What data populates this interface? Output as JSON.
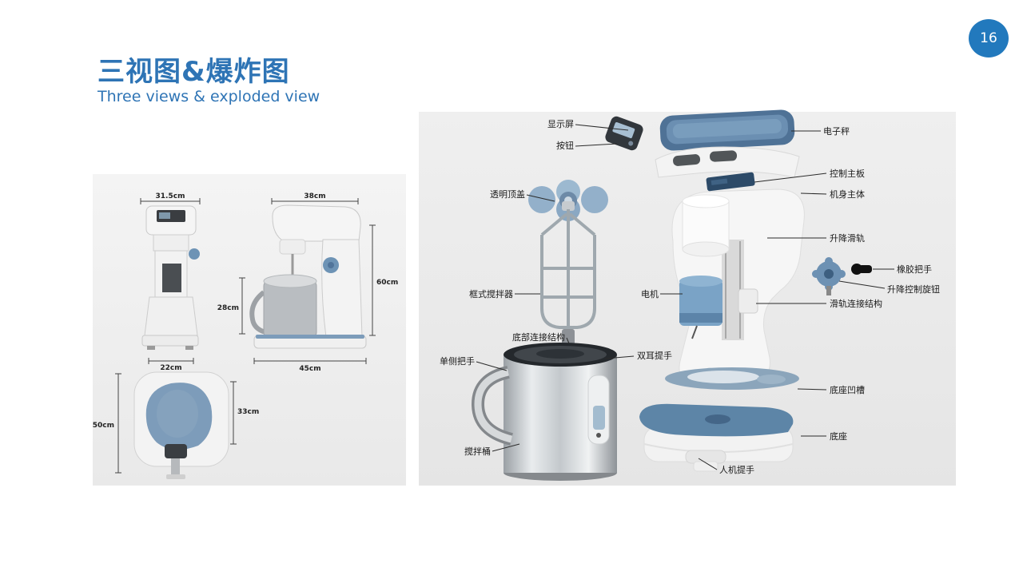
{
  "page": {
    "number": "16"
  },
  "header": {
    "title": "三视图&爆炸图",
    "subtitle": "Three views & exploded view"
  },
  "colors": {
    "accent": "#2E74B5",
    "badge": "#2279BD",
    "product_blue": "#7D9CBA",
    "panel_gray": "#ECECEC"
  },
  "three_views": {
    "dims": {
      "front_top": "31.5cm",
      "front_bottom": "22cm",
      "side_top": "38cm",
      "side_right": "60cm",
      "side_left": "28cm",
      "side_bottom": "45cm",
      "top_left": "50cm",
      "top_right": "33cm"
    }
  },
  "exploded": {
    "parts": {
      "display": "显示屏",
      "button": "按钮",
      "scale": "电子秤",
      "mainboard": "控制主板",
      "body": "机身主体",
      "top_cover": "透明顶盖",
      "lift_rail": "升降滑轨",
      "rubber_handle": "橡胶把手",
      "lift_knob": "升降控制旋钮",
      "frame_beater": "框式搅拌器",
      "motor": "电机",
      "rail_connector": "滑轨连接结构",
      "bottom_connector": "底部连接结构",
      "dual_handle": "双耳提手",
      "side_handle": "单侧把手",
      "base_groove": "底座凹槽",
      "bucket": "搅拌桶",
      "base": "底座",
      "ergo_handle": "人机提手"
    }
  }
}
